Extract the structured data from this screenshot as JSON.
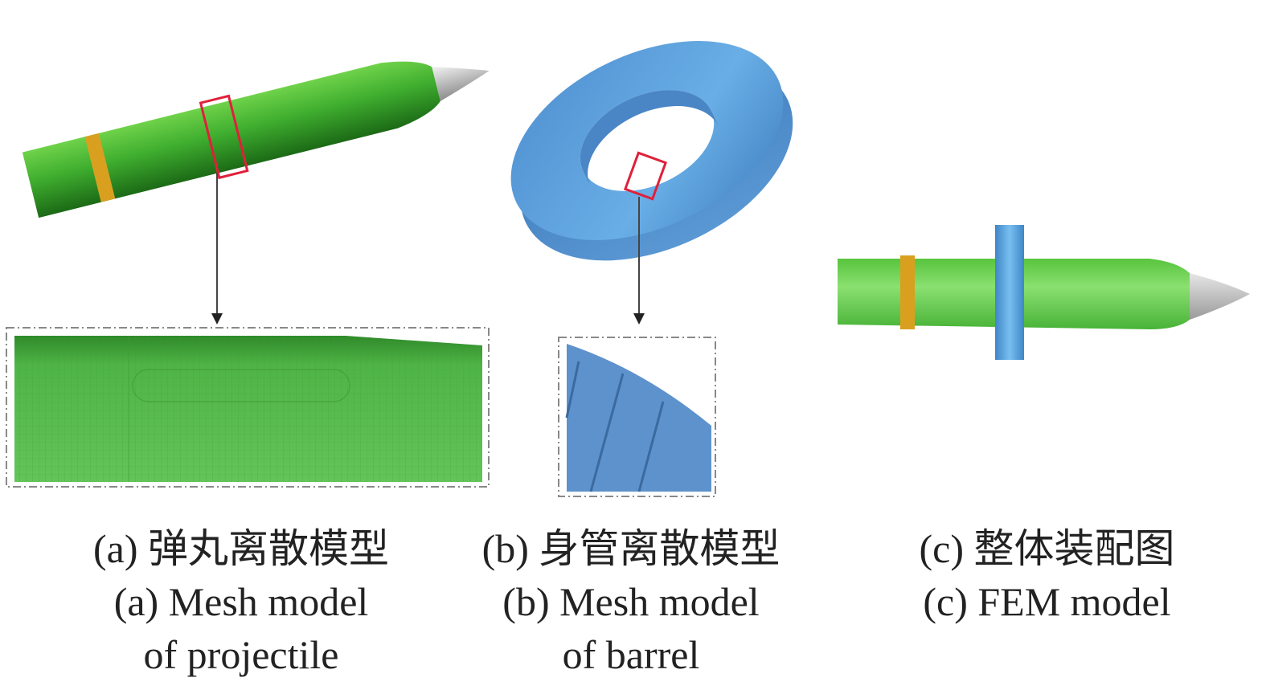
{
  "panels": [
    {
      "id": "a",
      "caption_zh": "(a) 弹丸离散模型",
      "caption_en_line1": "(a) Mesh model",
      "caption_en_line2": "of projectile"
    },
    {
      "id": "b",
      "caption_zh": "(b) 身管离散模型",
      "caption_en_line1": "(b) Mesh model",
      "caption_en_line2": "of barrel"
    },
    {
      "id": "c",
      "caption_zh": "(c) 整体装配图",
      "caption_en_line1": "(c) FEM model",
      "caption_en_line2": ""
    }
  ],
  "colors": {
    "projectile_green": "#3fae2f",
    "band_orange": "#d9a020",
    "tip_gray": "#b8b8b8",
    "barrel_blue": "#5b9bd8",
    "highlight_red": "#e0203a",
    "frame_gray": "#888888"
  }
}
